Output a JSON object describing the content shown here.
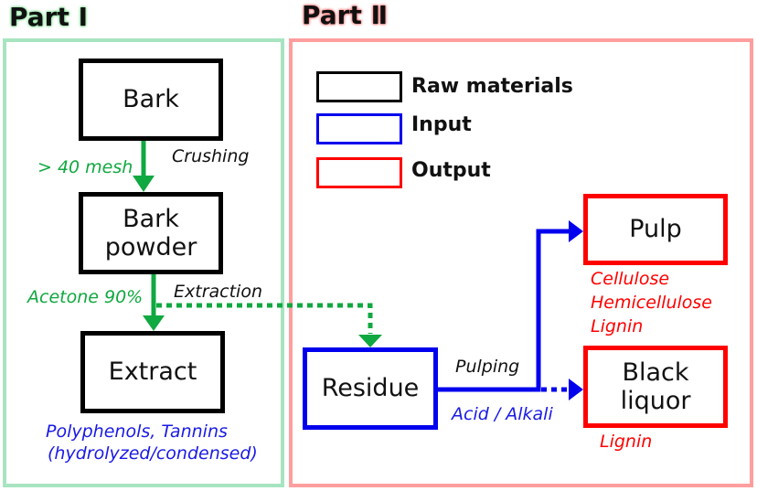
{
  "parts": {
    "part1_title": "Part Ⅰ",
    "part2_title": "Part Ⅱ"
  },
  "colors": {
    "raw": "#000000",
    "input": "#0000ee",
    "output": "#ff0000",
    "part1_accent": "#a7e4c0",
    "part2_accent": "#ff9e9e",
    "flow_green": "#10a840"
  },
  "legend": [
    {
      "label": "Raw materials",
      "type": "raw"
    },
    {
      "label": "Input",
      "type": "input"
    },
    {
      "label": "Output",
      "type": "output"
    }
  ],
  "nodes": {
    "bark": {
      "label": "Bark",
      "type": "raw"
    },
    "bark_powder": {
      "line1": "Bark",
      "line2": "powder",
      "type": "raw"
    },
    "extract": {
      "label": "Extract",
      "type": "raw"
    },
    "residue": {
      "label": "Residue",
      "type": "input"
    },
    "pulp": {
      "label": "Pulp",
      "type": "output"
    },
    "black_liquor": {
      "line1": "Black",
      "line2": "liquor",
      "type": "output"
    }
  },
  "annotations": {
    "mesh": "> 40 mesh",
    "crushing": "Crushing",
    "acetone": "Acetone 90%",
    "extraction": "Extraction",
    "extract_products_1": "Polyphenols, Tannins",
    "extract_products_2": "(hydrolyzed/condensed)",
    "pulping": "Pulping",
    "acid_alkali": "Acid / Alkali",
    "pulp_products": [
      "Cellulose",
      "Hemicellulose",
      "Lignin"
    ],
    "black_liquor_products": "Lignin"
  },
  "edges": [
    {
      "from": "bark",
      "to": "bark_powder",
      "style": "solid",
      "color": "green"
    },
    {
      "from": "bark_powder",
      "to": "extract",
      "style": "solid",
      "color": "green"
    },
    {
      "from": "bark_powder",
      "to": "residue",
      "style": "dotted",
      "color": "green"
    },
    {
      "from": "residue",
      "to": "pulp",
      "style": "solid",
      "color": "blue"
    },
    {
      "from": "residue",
      "to": "black_liquor",
      "style": "dotted",
      "color": "blue"
    }
  ]
}
